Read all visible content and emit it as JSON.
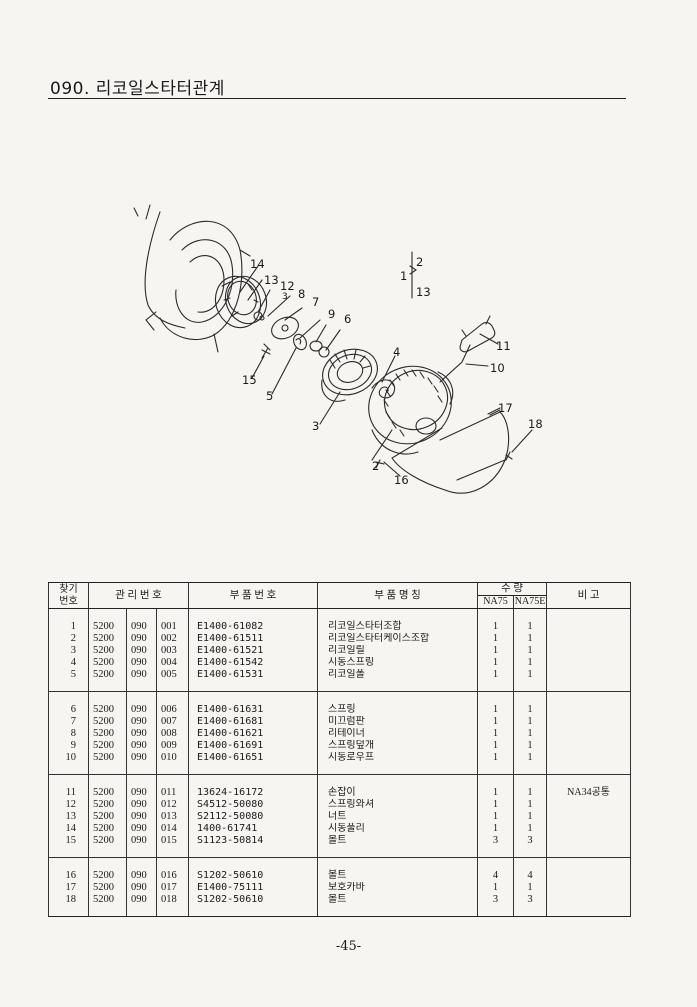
{
  "page": {
    "title": "090. 리코일스타터관계",
    "page_number": "-45-"
  },
  "diagram": {
    "callouts": [
      "14",
      "13",
      "12",
      "3",
      "8",
      "7",
      "9",
      "6",
      "15",
      "5",
      "4",
      "3",
      "2",
      "16",
      "17",
      "18",
      "11",
      "10",
      "1",
      "2",
      "13"
    ]
  },
  "table": {
    "headers": {
      "item_no": "찾기\n번호",
      "mgmt_no": "관 리 번 호",
      "part_no": "부 품 번 호",
      "part_name": "부 품 명 칭",
      "qty": "수    량",
      "qty_na75": "NA75",
      "qty_na75e": "NA75E",
      "remarks": "비    고"
    },
    "groups": [
      [
        {
          "no": "1",
          "m1": "5200",
          "m2": "090",
          "m3": "001",
          "pn": "E1400-61082",
          "name": "리코일스타터조합",
          "q1": "1",
          "q2": "1",
          "rm": ""
        },
        {
          "no": "2",
          "m1": "5200",
          "m2": "090",
          "m3": "002",
          "pn": "E1400-61511",
          "name": "리코일스타터케이스조합",
          "q1": "1",
          "q2": "1",
          "rm": ""
        },
        {
          "no": "3",
          "m1": "5200",
          "m2": "090",
          "m3": "003",
          "pn": "E1400-61521",
          "name": "리코일릴",
          "q1": "1",
          "q2": "1",
          "rm": ""
        },
        {
          "no": "4",
          "m1": "5200",
          "m2": "090",
          "m3": "004",
          "pn": "E1400-61542",
          "name": "시동스프링",
          "q1": "1",
          "q2": "1",
          "rm": ""
        },
        {
          "no": "5",
          "m1": "5200",
          "m2": "090",
          "m3": "005",
          "pn": "E1400-61531",
          "name": "리코일폴",
          "q1": "1",
          "q2": "1",
          "rm": ""
        }
      ],
      [
        {
          "no": "6",
          "m1": "5200",
          "m2": "090",
          "m3": "006",
          "pn": "E1400-61631",
          "name": "스프링",
          "q1": "1",
          "q2": "1",
          "rm": ""
        },
        {
          "no": "7",
          "m1": "5200",
          "m2": "090",
          "m3": "007",
          "pn": "E1400-61681",
          "name": "미끄럼판",
          "q1": "1",
          "q2": "1",
          "rm": ""
        },
        {
          "no": "8",
          "m1": "5200",
          "m2": "090",
          "m3": "008",
          "pn": "E1400-61621",
          "name": "리테이너",
          "q1": "1",
          "q2": "1",
          "rm": ""
        },
        {
          "no": "9",
          "m1": "5200",
          "m2": "090",
          "m3": "009",
          "pn": "E1400-61691",
          "name": "스프링덮개",
          "q1": "1",
          "q2": "1",
          "rm": ""
        },
        {
          "no": "10",
          "m1": "5200",
          "m2": "090",
          "m3": "010",
          "pn": "E1400-61651",
          "name": "시동로우프",
          "q1": "1",
          "q2": "1",
          "rm": ""
        }
      ],
      [
        {
          "no": "11",
          "m1": "5200",
          "m2": "090",
          "m3": "011",
          "pn": "13624-16172",
          "name": "손잡이",
          "q1": "1",
          "q2": "1",
          "rm": "NA34공통"
        },
        {
          "no": "12",
          "m1": "5200",
          "m2": "090",
          "m3": "012",
          "pn": "S4512-50080",
          "name": "스프링와셔",
          "q1": "1",
          "q2": "1",
          "rm": ""
        },
        {
          "no": "13",
          "m1": "5200",
          "m2": "090",
          "m3": "013",
          "pn": "S2112-50080",
          "name": "너트",
          "q1": "1",
          "q2": "1",
          "rm": ""
        },
        {
          "no": "14",
          "m1": "5200",
          "m2": "090",
          "m3": "014",
          "pn": "1400-61741",
          "name": "시동풀리",
          "q1": "1",
          "q2": "1",
          "rm": ""
        },
        {
          "no": "15",
          "m1": "5200",
          "m2": "090",
          "m3": "015",
          "pn": "S1123-50814",
          "name": "볼트",
          "q1": "3",
          "q2": "3",
          "rm": ""
        }
      ],
      [
        {
          "no": "16",
          "m1": "5200",
          "m2": "090",
          "m3": "016",
          "pn": "S1202-50610",
          "name": "볼트",
          "q1": "4",
          "q2": "4",
          "rm": ""
        },
        {
          "no": "17",
          "m1": "5200",
          "m2": "090",
          "m3": "017",
          "pn": "E1400-75111",
          "name": "보호카바",
          "q1": "1",
          "q2": "1",
          "rm": ""
        },
        {
          "no": "18",
          "m1": "5200",
          "m2": "090",
          "m3": "018",
          "pn": "S1202-50610",
          "name": "볼트",
          "q1": "3",
          "q2": "3",
          "rm": ""
        }
      ]
    ]
  }
}
